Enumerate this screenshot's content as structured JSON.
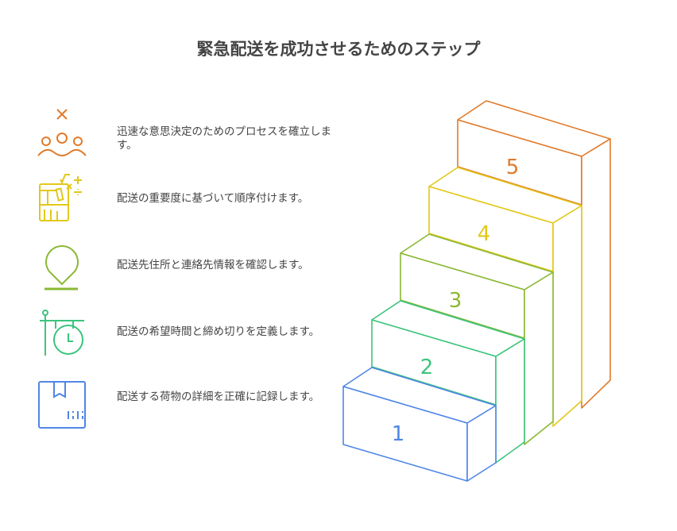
{
  "title": "緊急配送を成功させるためのステップ",
  "steps": [
    {
      "number": "1",
      "text": "配送する荷物の詳細を正確に記録します。",
      "color": "#4f86e6",
      "icon": "package-icon"
    },
    {
      "number": "2",
      "text": "配送の希望時間と締め切りを定義します。",
      "color": "#3cc47c",
      "icon": "clock-timer-icon"
    },
    {
      "number": "3",
      "text": "配送先住所と連絡先情報を確認します。",
      "color": "#8ab833",
      "icon": "location-pin-icon"
    },
    {
      "number": "4",
      "text": "配送の重要度に基づいて順序付けます。",
      "color": "#e2c81a",
      "icon": "calculator-chart-icon"
    },
    {
      "number": "5",
      "text": "迅速な意思決定のためのプロセスを確立します。",
      "color": "#e07b2c",
      "icon": "team-decision-icon"
    }
  ]
}
